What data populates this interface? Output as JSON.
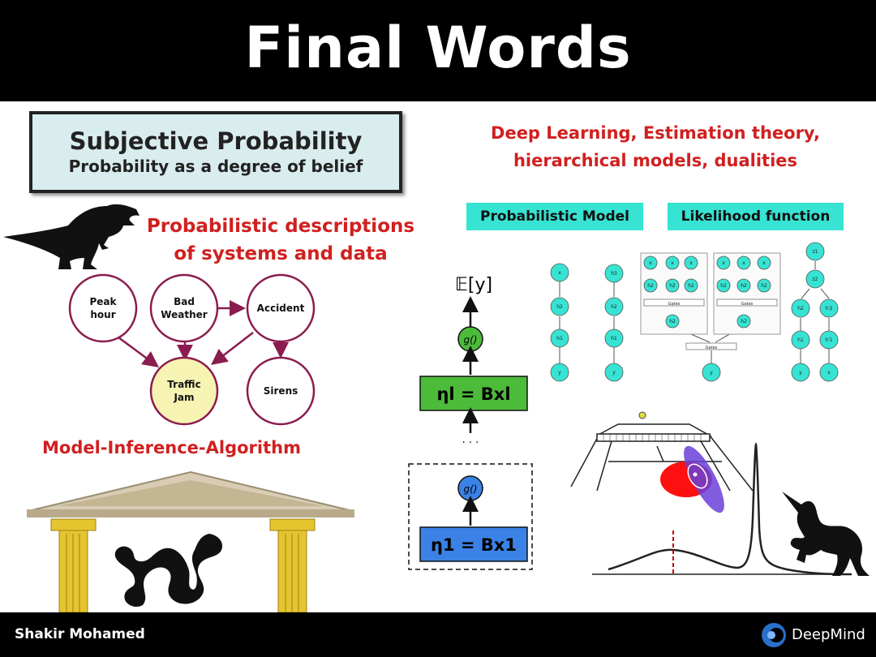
{
  "header": {
    "title": "Final Words"
  },
  "subjective_box": {
    "title": "Subjective Probability",
    "subtitle": "Probability as a degree of belief"
  },
  "left": {
    "prob_desc_line1": "Probabilistic descriptions",
    "prob_desc_line2": "of systems and data",
    "mia": "Model-Inference-Algorithm"
  },
  "bayes_net": {
    "nodes": [
      {
        "id": "peak",
        "line1": "Peak",
        "line2": "hour"
      },
      {
        "id": "bad",
        "line1": "Bad",
        "line2": "Weather"
      },
      {
        "id": "accident",
        "line1": "Accident",
        "line2": ""
      },
      {
        "id": "traffic",
        "line1": "Traffic",
        "line2": "Jam"
      },
      {
        "id": "sirens",
        "line1": "Sirens",
        "line2": ""
      }
    ]
  },
  "right": {
    "deep_line1": "Deep Learning, Estimation theory,",
    "deep_line2": "hierarchical  models, dualities",
    "pm_label": "Probabilistic Model",
    "lf_label": "Likelihood function"
  },
  "nn": {
    "expect": "𝔼[y]",
    "g_top": "g()",
    "eta_l": "ηl = Bxl",
    "dots": "· · ·",
    "g_bot": "g()",
    "eta_1": "η1 = Bx1"
  },
  "graphs": {
    "x": "x",
    "y": "y",
    "h1": "h1",
    "h2": "h2",
    "h3": "h3",
    "gates": "Gates",
    "z1": "z1",
    "z2": "z2",
    "h1p": "h'1",
    "h2p": "h'2"
  },
  "footer": {
    "author": "Shakir Mohamed",
    "brand": "DeepMind"
  },
  "colors": {
    "accent_red": "#d02020",
    "cyan": "#37e3d2",
    "node_border": "#8b1c4f",
    "traffic_fill": "#f7f3b3",
    "green_box": "#4dbb3a",
    "blue_box": "#3b82e6"
  }
}
